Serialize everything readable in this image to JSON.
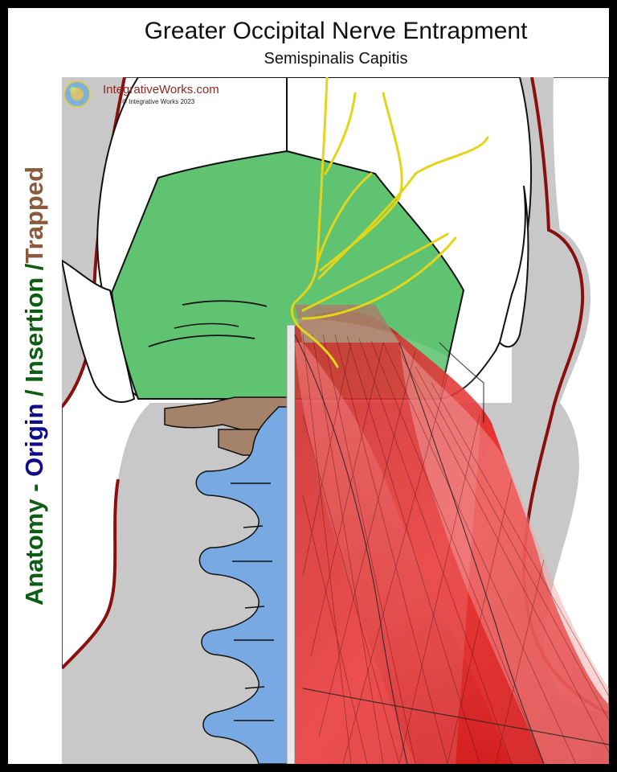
{
  "header": {
    "title": "Greater Occipital Nerve Entrapment",
    "subtitle": "Semispinalis Capitis"
  },
  "side_label": {
    "part1": "Anatomy - ",
    "part2": "Origin",
    "part3": " / ",
    "part4": "Insertion",
    "part5": " /",
    "part6": "Trapped"
  },
  "branding": {
    "site": "IntegrativeWorks.com",
    "copyright": "© Integrative Works 2023"
  },
  "colors": {
    "origin": "#0f0c8a",
    "insertion": "#0d5e12",
    "trapped": "#8b5a3c",
    "bone": "#ffffff",
    "skin": "#c8c8c8",
    "outline": "#8a1010",
    "muscle_insertion": "#5fc372",
    "vertebrae": "#79a9e2",
    "atlas": "#a4836a",
    "nerve": "#e3d51a",
    "muscle": "#e01a1a"
  }
}
